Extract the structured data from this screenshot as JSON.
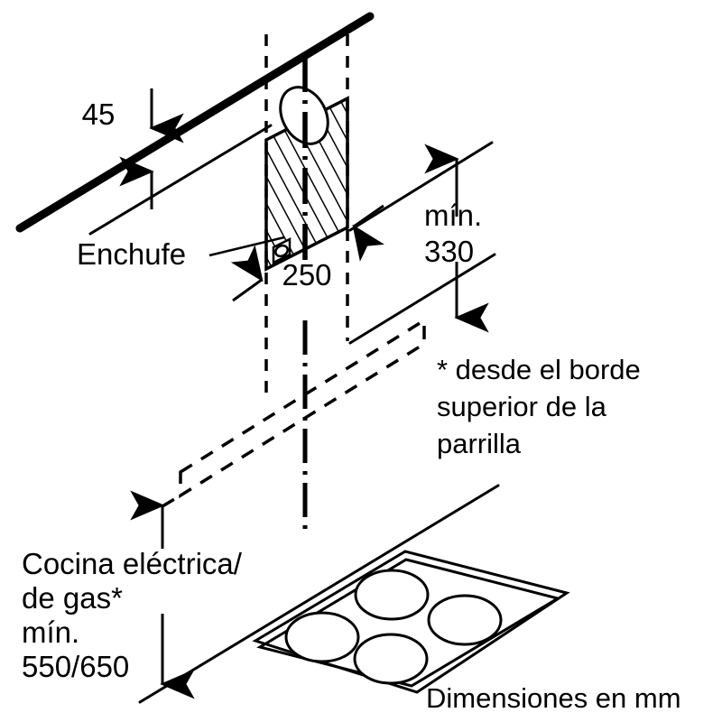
{
  "diagram": {
    "title": "Campana extractora - esquema de instalacion",
    "language": "es",
    "units_caption": "Dimensiones en mm",
    "background_color": "#ffffff",
    "line_color": "#000000",
    "dimensions": {
      "ceiling_gap": "45",
      "panel_width": "250",
      "min_hood_height": "mín.",
      "min_hood_height_value": "330",
      "cooker_distance_label_line1": "Cocina eléctrica/",
      "cooker_distance_label_line2": "de gas*",
      "cooker_distance_label_line3": "mín.",
      "cooker_distance_label_line4": "550/650"
    },
    "labels": {
      "socket": "Enchufe"
    },
    "footnote": {
      "line1": "* desde el borde",
      "line2": "superior de la",
      "line3": "parrilla"
    },
    "elements": {
      "ceiling_line": "ceiling-thick-line",
      "wall_panel": "hatched-wall-panel",
      "duct_outlet": "duct-outlet-ellipse",
      "socket_symbol": "socket-square-symbol",
      "hood_outline": "hood-dashed-outline",
      "centerline": "vertical-dash-dot-centerline",
      "cooktop": "cooktop-with-four-burners"
    },
    "cooktop": {
      "burner_count": 4
    }
  }
}
